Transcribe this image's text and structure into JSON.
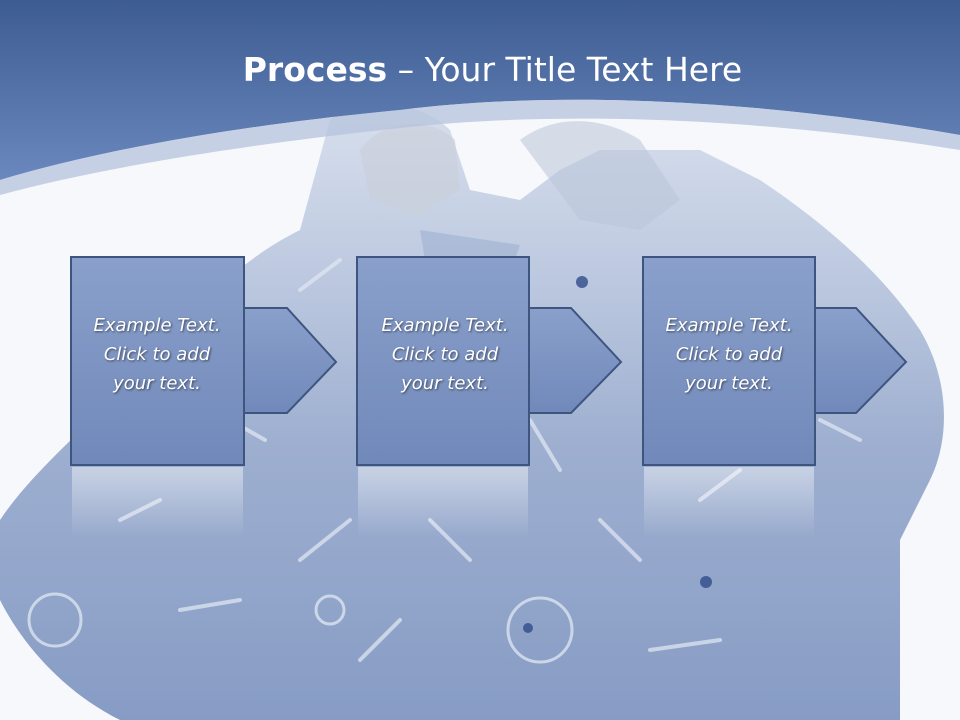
{
  "slide": {
    "title_bold": "Process",
    "title_rest": " – Your Title Text Here",
    "steps": [
      {
        "line1": "Example Text.",
        "line2": "Click  to add",
        "line3": "your text."
      },
      {
        "line1": "Example Text.",
        "line2": "Click  to add",
        "line3": "your text."
      },
      {
        "line1": "Example Text.",
        "line2": "Click  to add",
        "line3": "your text."
      }
    ]
  },
  "colors": {
    "header_blue": "#4a6a9e",
    "box_fill": "#7f96c2",
    "box_border": "#3e5580",
    "background_photo_tint": "#8fa4cc"
  },
  "icons": {
    "arrow": "right-arrow-shape"
  }
}
